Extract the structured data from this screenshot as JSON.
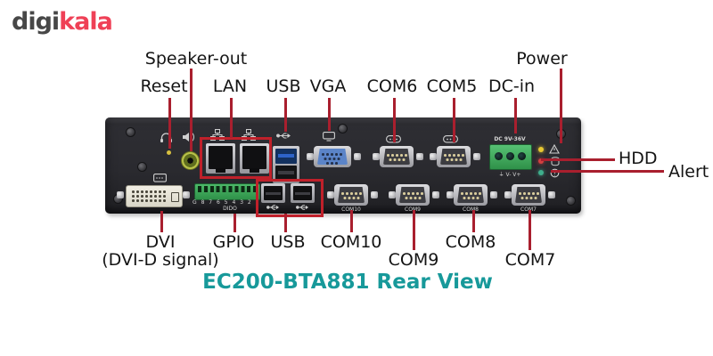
{
  "logo": {
    "digi": "digi",
    "kala": "kala"
  },
  "caption": "EC200-BTA881 Rear View",
  "callouts": {
    "top": {
      "speaker_out": "Speaker-out",
      "reset": "Reset",
      "lan": "LAN",
      "usb": "USB",
      "vga": "VGA",
      "com6": "COM6",
      "com5": "COM5",
      "dc_in": "DC-in",
      "power": "Power"
    },
    "right": {
      "hdd": "HDD",
      "alert": "Alert"
    },
    "bottom": {
      "dvi": "DVI",
      "dvi_sub": "(DVI-D signal)",
      "gpio": "GPIO",
      "usb": "USB",
      "com10": "COM10",
      "com9": "COM9",
      "com8": "COM8",
      "com7": "COM7"
    }
  },
  "panel": {
    "dc_rating": "DC 9V-36V",
    "dc_terminals": "⏚ V- V+",
    "gpio_pins": "G 8 7 6 5 4 3 2 1",
    "gpio_label": "DIDO",
    "com_labels": {
      "com10": "COM10",
      "com9": "COM9",
      "com8": "COM8",
      "com7": "COM7"
    }
  },
  "colors": {
    "leader_line": "#a91f2e",
    "highlight_box": "#c0202a",
    "caption_teal": "#17999a",
    "brand_gray": "#474747",
    "brand_red": "#ef4056",
    "panel_dark": "#2a2a2f",
    "led_power": "#e8c832",
    "led_hdd": "#d24040",
    "led_alert": "#3fae8c"
  }
}
